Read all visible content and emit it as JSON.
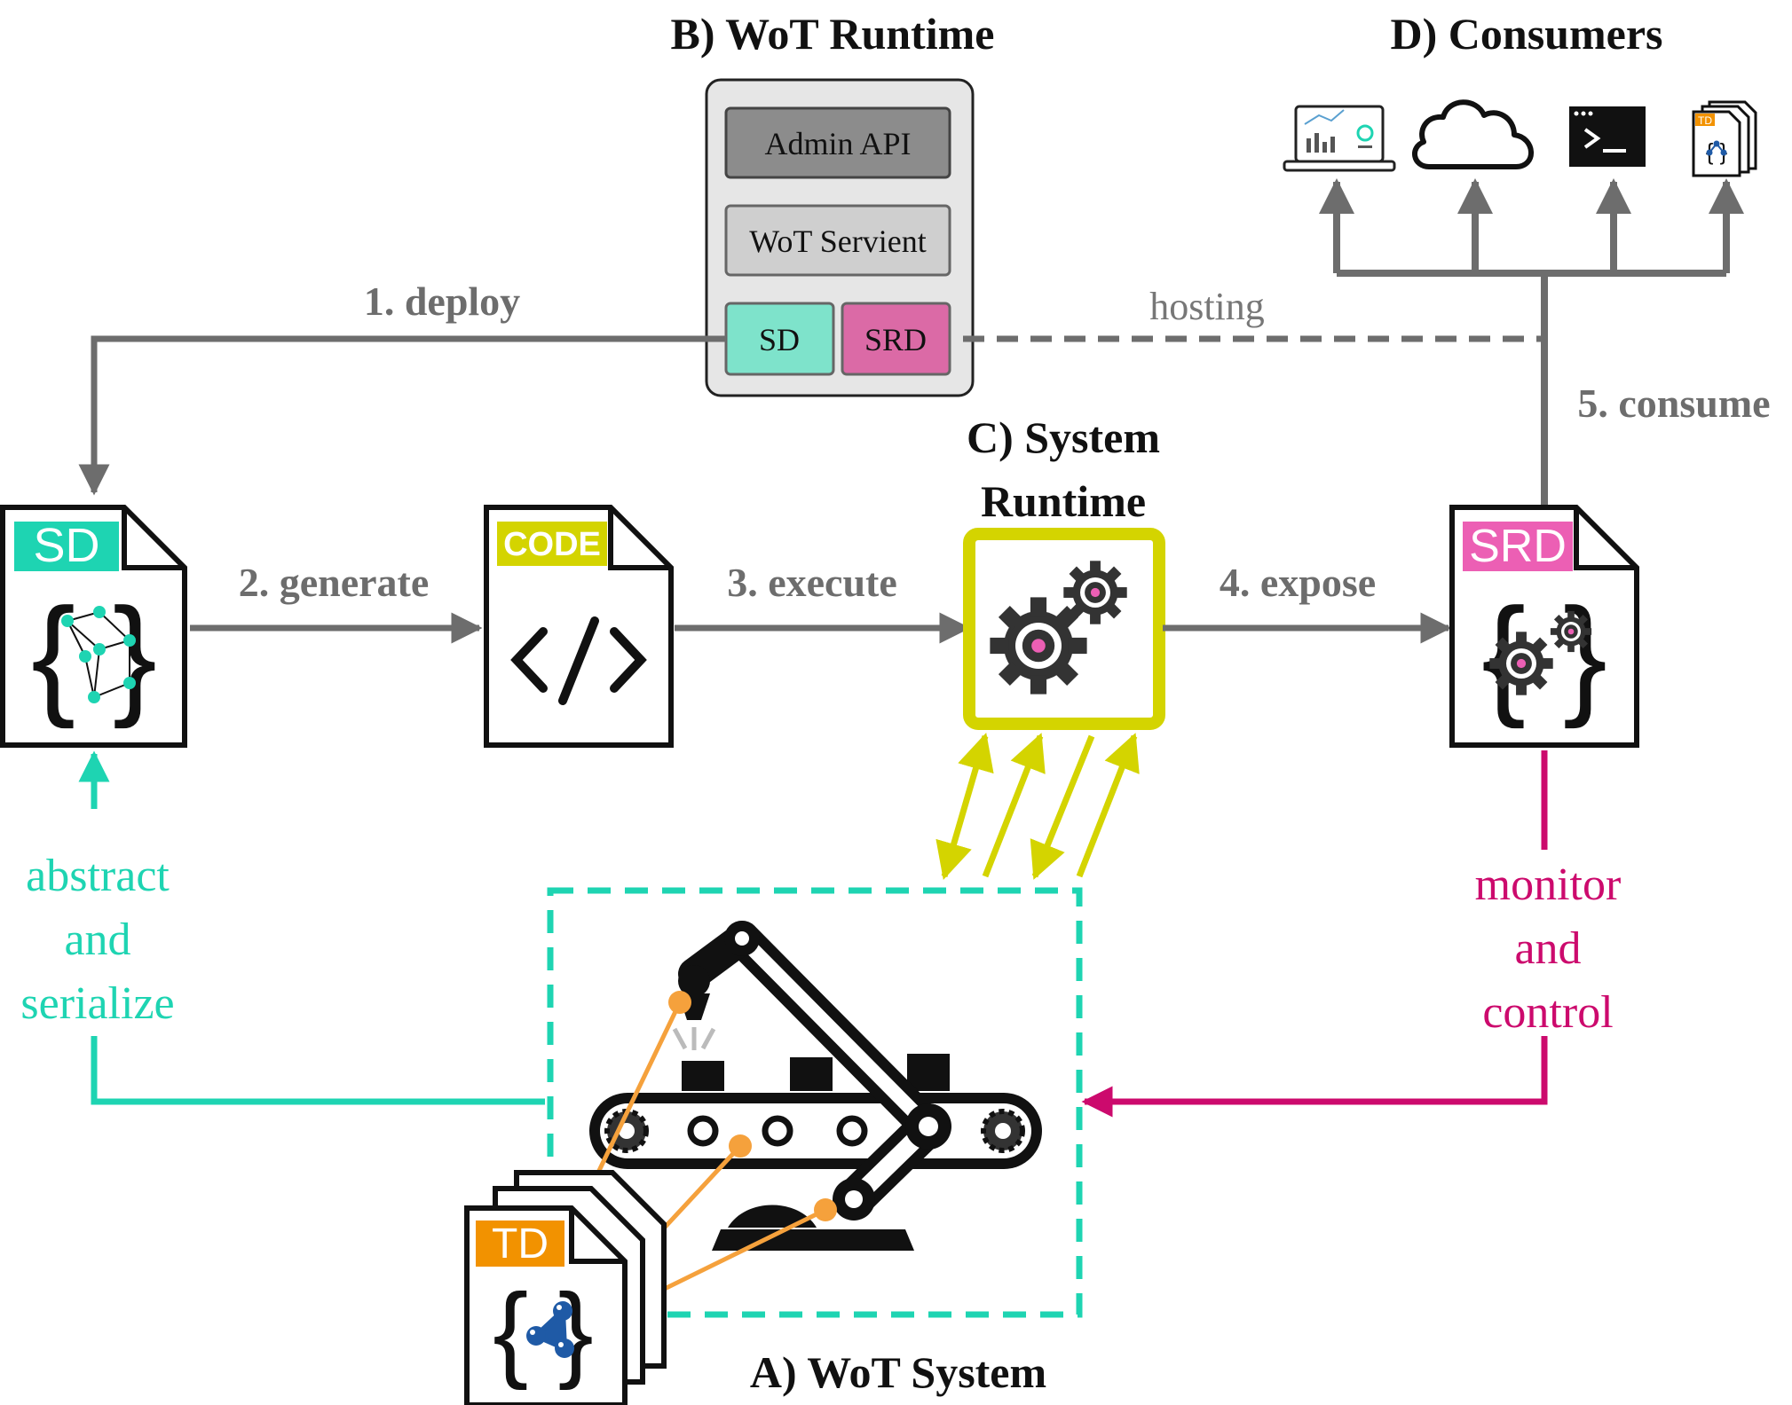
{
  "colors": {
    "arrow_gray": "#6d6d6d",
    "sd_teal": "#1ed4b2",
    "code_yellow": "#d4d400",
    "srd_pink": "#ec5fb4",
    "monitor_magenta": "#cc0a6d",
    "td_orange": "#f29200",
    "td_blue": "#1f5aa6",
    "orange_link": "#f5a13c",
    "admin_api_fill": "#8c8c8c",
    "servient_fill": "#cfcfcf",
    "sd_box_fill": "#7ee3cb",
    "srd_box_fill": "#db6aa6",
    "runtime_panel_fill": "#e6e6e6"
  },
  "sections": {
    "wot_runtime": "B) WoT Runtime",
    "consumers": "D) Consumers",
    "system_runtime_line1": "C) System",
    "system_runtime_line2": "Runtime",
    "wot_system": "A) WoT System"
  },
  "wot_runtime_panel": {
    "admin_api": "Admin API",
    "servient": "WoT Servient",
    "sd": "SD",
    "srd": "SRD"
  },
  "documents": {
    "sd_tag": "SD",
    "code_tag": "CODE",
    "srd_tag": "SRD",
    "td_tag": "TD",
    "mini_td_tag": "TD"
  },
  "steps": {
    "deploy": "1. deploy",
    "generate": "2. generate",
    "execute": "3. execute",
    "expose": "4. expose",
    "consume": "5. consume",
    "hosting": "hosting"
  },
  "side_labels": {
    "abstract": [
      "abstract",
      "and",
      "serialize"
    ],
    "monitor": [
      "monitor",
      "and",
      "control"
    ]
  },
  "icons": {
    "consumer_icons": [
      "dashboard-laptop-icon",
      "cloud-icon",
      "terminal-icon",
      "td-stack-icon"
    ]
  }
}
